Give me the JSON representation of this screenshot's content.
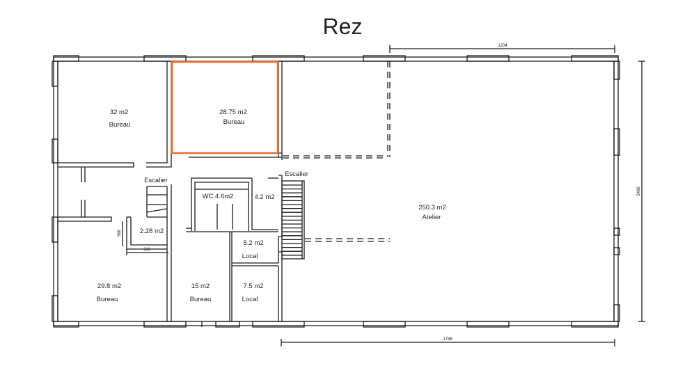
{
  "title": "Rez",
  "highlight_color": "#f26b2b",
  "rooms": [
    {
      "id": "bureau-32",
      "area": "32 m2",
      "name": "Bureau"
    },
    {
      "id": "bureau-28",
      "area": "28.75 m2",
      "name": "Bureau"
    },
    {
      "id": "atelier",
      "area": "250.3 m2",
      "name": "Atelier"
    },
    {
      "id": "bureau-29",
      "area": "29.8 m2",
      "name": "Bureau"
    },
    {
      "id": "bureau-15",
      "area": "15 m2",
      "name": "Bureau"
    },
    {
      "id": "local-7",
      "area": "7.5 m2",
      "name": "Local"
    },
    {
      "id": "local-5",
      "area": "5.2 m2",
      "name": "Local"
    },
    {
      "id": "wc",
      "area": "WC 4.6m2"
    },
    {
      "id": "room-4",
      "area": "4.2 m2"
    },
    {
      "id": "room-2",
      "area": "2.28 m2"
    }
  ],
  "stairs": [
    "Escalier",
    "Escalier"
  ],
  "dimensions": {
    "top": "1204",
    "bottom": "1788",
    "right": "5466",
    "small_h": "211",
    "small_v": "566"
  }
}
